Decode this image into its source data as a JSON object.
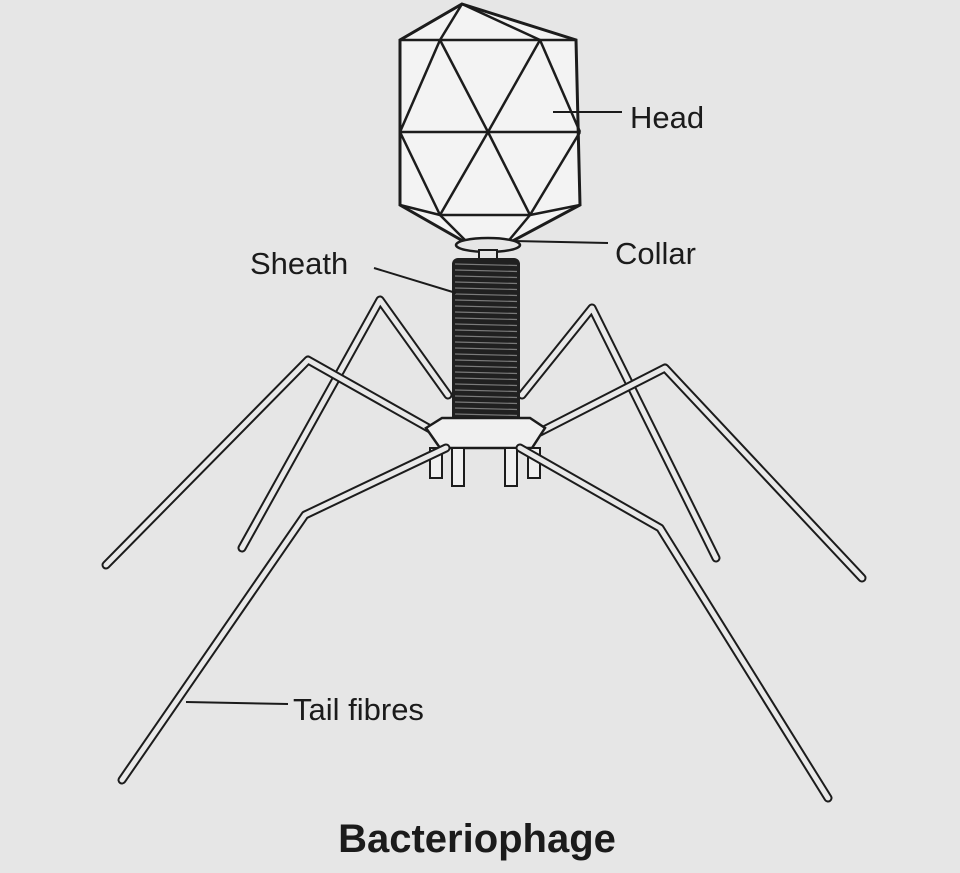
{
  "diagram": {
    "title": "Bacteriophage",
    "labels": {
      "head": "Head",
      "collar": "Collar",
      "sheath": "Sheath",
      "tail_fibres": "Tail fibres"
    }
  }
}
